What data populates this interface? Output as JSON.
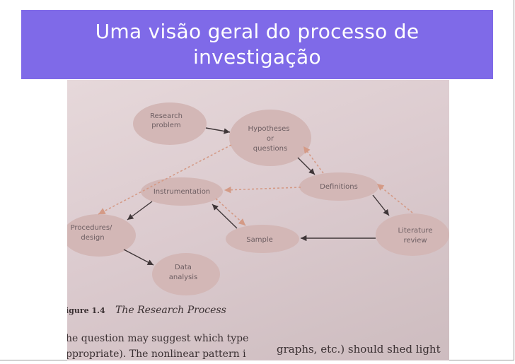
{
  "slide": {
    "title": "Uma visão geral do processo de\ninvestigação"
  },
  "diagram": {
    "nodes": {
      "research_problem": [
        "Research",
        "problem"
      ],
      "hypotheses": [
        "Hypotheses",
        "or",
        "questions"
      ],
      "definitions": [
        "Definitions"
      ],
      "instrumentation": [
        "Instrumentation"
      ],
      "literature_review": [
        "Literature",
        "review"
      ],
      "procedures": [
        "Procedures/",
        "design"
      ],
      "sample": [
        "Sample"
      ],
      "data_analysis": [
        "Data",
        "analysis"
      ]
    },
    "figure_label": "igure 1.4",
    "figure_caption": "The Research Process",
    "body_text": {
      "line1_left": "he question may suggest which type",
      "line2_left": "ppropriate). The nonlinear pattern i",
      "line_right": "graphs, etc.) should shed light"
    }
  },
  "colors": {
    "title_bar": "#7f6ae8",
    "node_fill": "#d3b7b6",
    "arrow_solid": "#3f3638",
    "arrow_dotted": "#d49a86"
  }
}
